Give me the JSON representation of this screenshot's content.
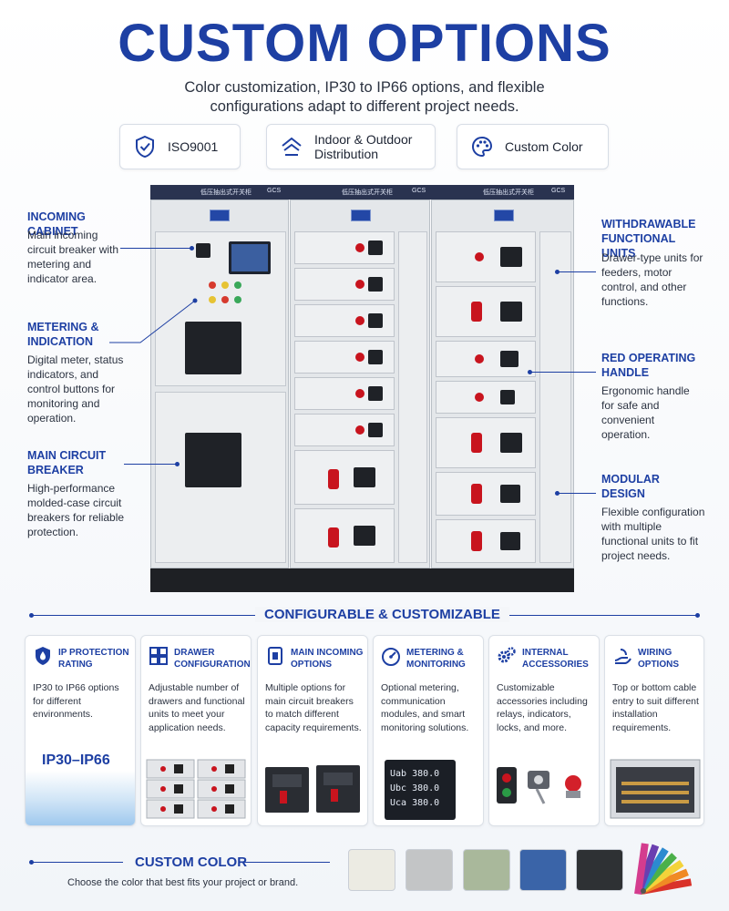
{
  "header": {
    "title": "CUSTOM OPTIONS",
    "subtitle": "Color customization, IP30 to IP66 options, and flexible configurations adapt to different project needs."
  },
  "badges": [
    {
      "icon": "shield-check-icon",
      "label": "ISO9001"
    },
    {
      "icon": "house-layers-icon",
      "label": "Indoor & Outdoor Distribution"
    },
    {
      "icon": "palette-icon",
      "label": "Custom Color"
    }
  ],
  "cabinet": {
    "nameplates": [
      "低压抽出式开关柜",
      "GCS",
      "低压抽出式开关柜",
      "GCS",
      "低压抽出式开关柜",
      "GCS"
    ]
  },
  "callouts_left": [
    {
      "title": "INCOMING CABINET",
      "text": "Main incoming circuit breaker with metering and indicator area."
    },
    {
      "title": "METERING & INDICATION",
      "text": "Digital meter, status indicators, and control buttons for monitoring and operation."
    },
    {
      "title": "MAIN CIRCUIT BREAKER",
      "text": "High-performance molded-case circuit breakers for reliable protection."
    }
  ],
  "callouts_right": [
    {
      "title": "WITHDRAWABLE FUNCTIONAL UNITS",
      "text": "Drawer-type units for feeders, motor control, and other functions."
    },
    {
      "title": "RED OPERATING HANDLE",
      "text": "Ergonomic handle for safe and convenient operation."
    },
    {
      "title": "MODULAR DESIGN",
      "text": "Flexible configuration with multiple functional units to fit project needs."
    }
  ],
  "configurable": {
    "title": "CONFIGURABLE & CUSTOMIZABLE",
    "cards": [
      {
        "icon": "shield-icon",
        "title": "IP PROTECTION RATING",
        "text": "IP30 to IP66 options for different environments.",
        "highlight": "IP30–IP66"
      },
      {
        "icon": "grid-icon",
        "title": "DRAWER CONFIGURATION",
        "text": "Adjustable number of drawers and functional units to meet your application needs."
      },
      {
        "icon": "breaker-icon",
        "title": "MAIN INCOMING OPTIONS",
        "text": "Multiple options for main circuit breakers to match different capacity requirements."
      },
      {
        "icon": "gauge-icon",
        "title": "METERING & MONITORING",
        "text": "Optional metering, communication modules, and smart monitoring solutions.",
        "meter_lines": [
          "Uab 380.0",
          "Ubc 380.0",
          "Uca 380.0"
        ]
      },
      {
        "icon": "gears-icon",
        "title": "INTERNAL ACCESSORIES",
        "text": "Customizable accessories including relays, indicators, locks, and more."
      },
      {
        "icon": "hand-wire-icon",
        "title": "WIRING OPTIONS",
        "text": "Top or bottom cable entry to suit different installation requirements."
      }
    ]
  },
  "custom_color": {
    "title": "CUSTOM COLOR",
    "text": "Choose the color that best fits your project or brand.",
    "swatches": [
      "#ecebe3",
      "#c3c5c6",
      "#a9b89b",
      "#3a64a8",
      "#2e3134"
    ]
  },
  "colors": {
    "brand": "#1d3fa3",
    "handle": "#c8141e"
  }
}
